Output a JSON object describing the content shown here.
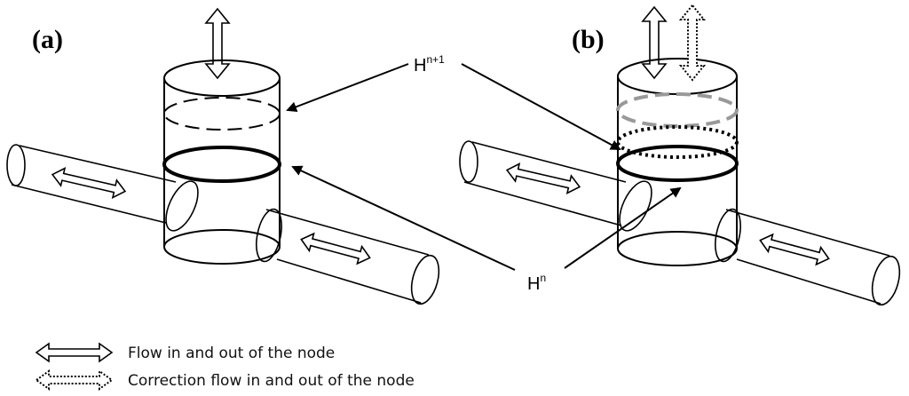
{
  "panels": {
    "a": {
      "label": "(a)"
    },
    "b": {
      "label": "(b)"
    }
  },
  "labels": {
    "h_next": {
      "base": "H",
      "sup": "n+1"
    },
    "h_curr": {
      "base": "H",
      "sup": "n"
    }
  },
  "legend": {
    "items": [
      {
        "icon": "double-arrow-icon",
        "text": "Flow in and out of the node"
      },
      {
        "icon": "dotted-double-arrow-icon",
        "text": "Correction flow in and out of the node"
      }
    ]
  },
  "colors": {
    "line": "#000000",
    "gray_dashed": "#999999"
  }
}
